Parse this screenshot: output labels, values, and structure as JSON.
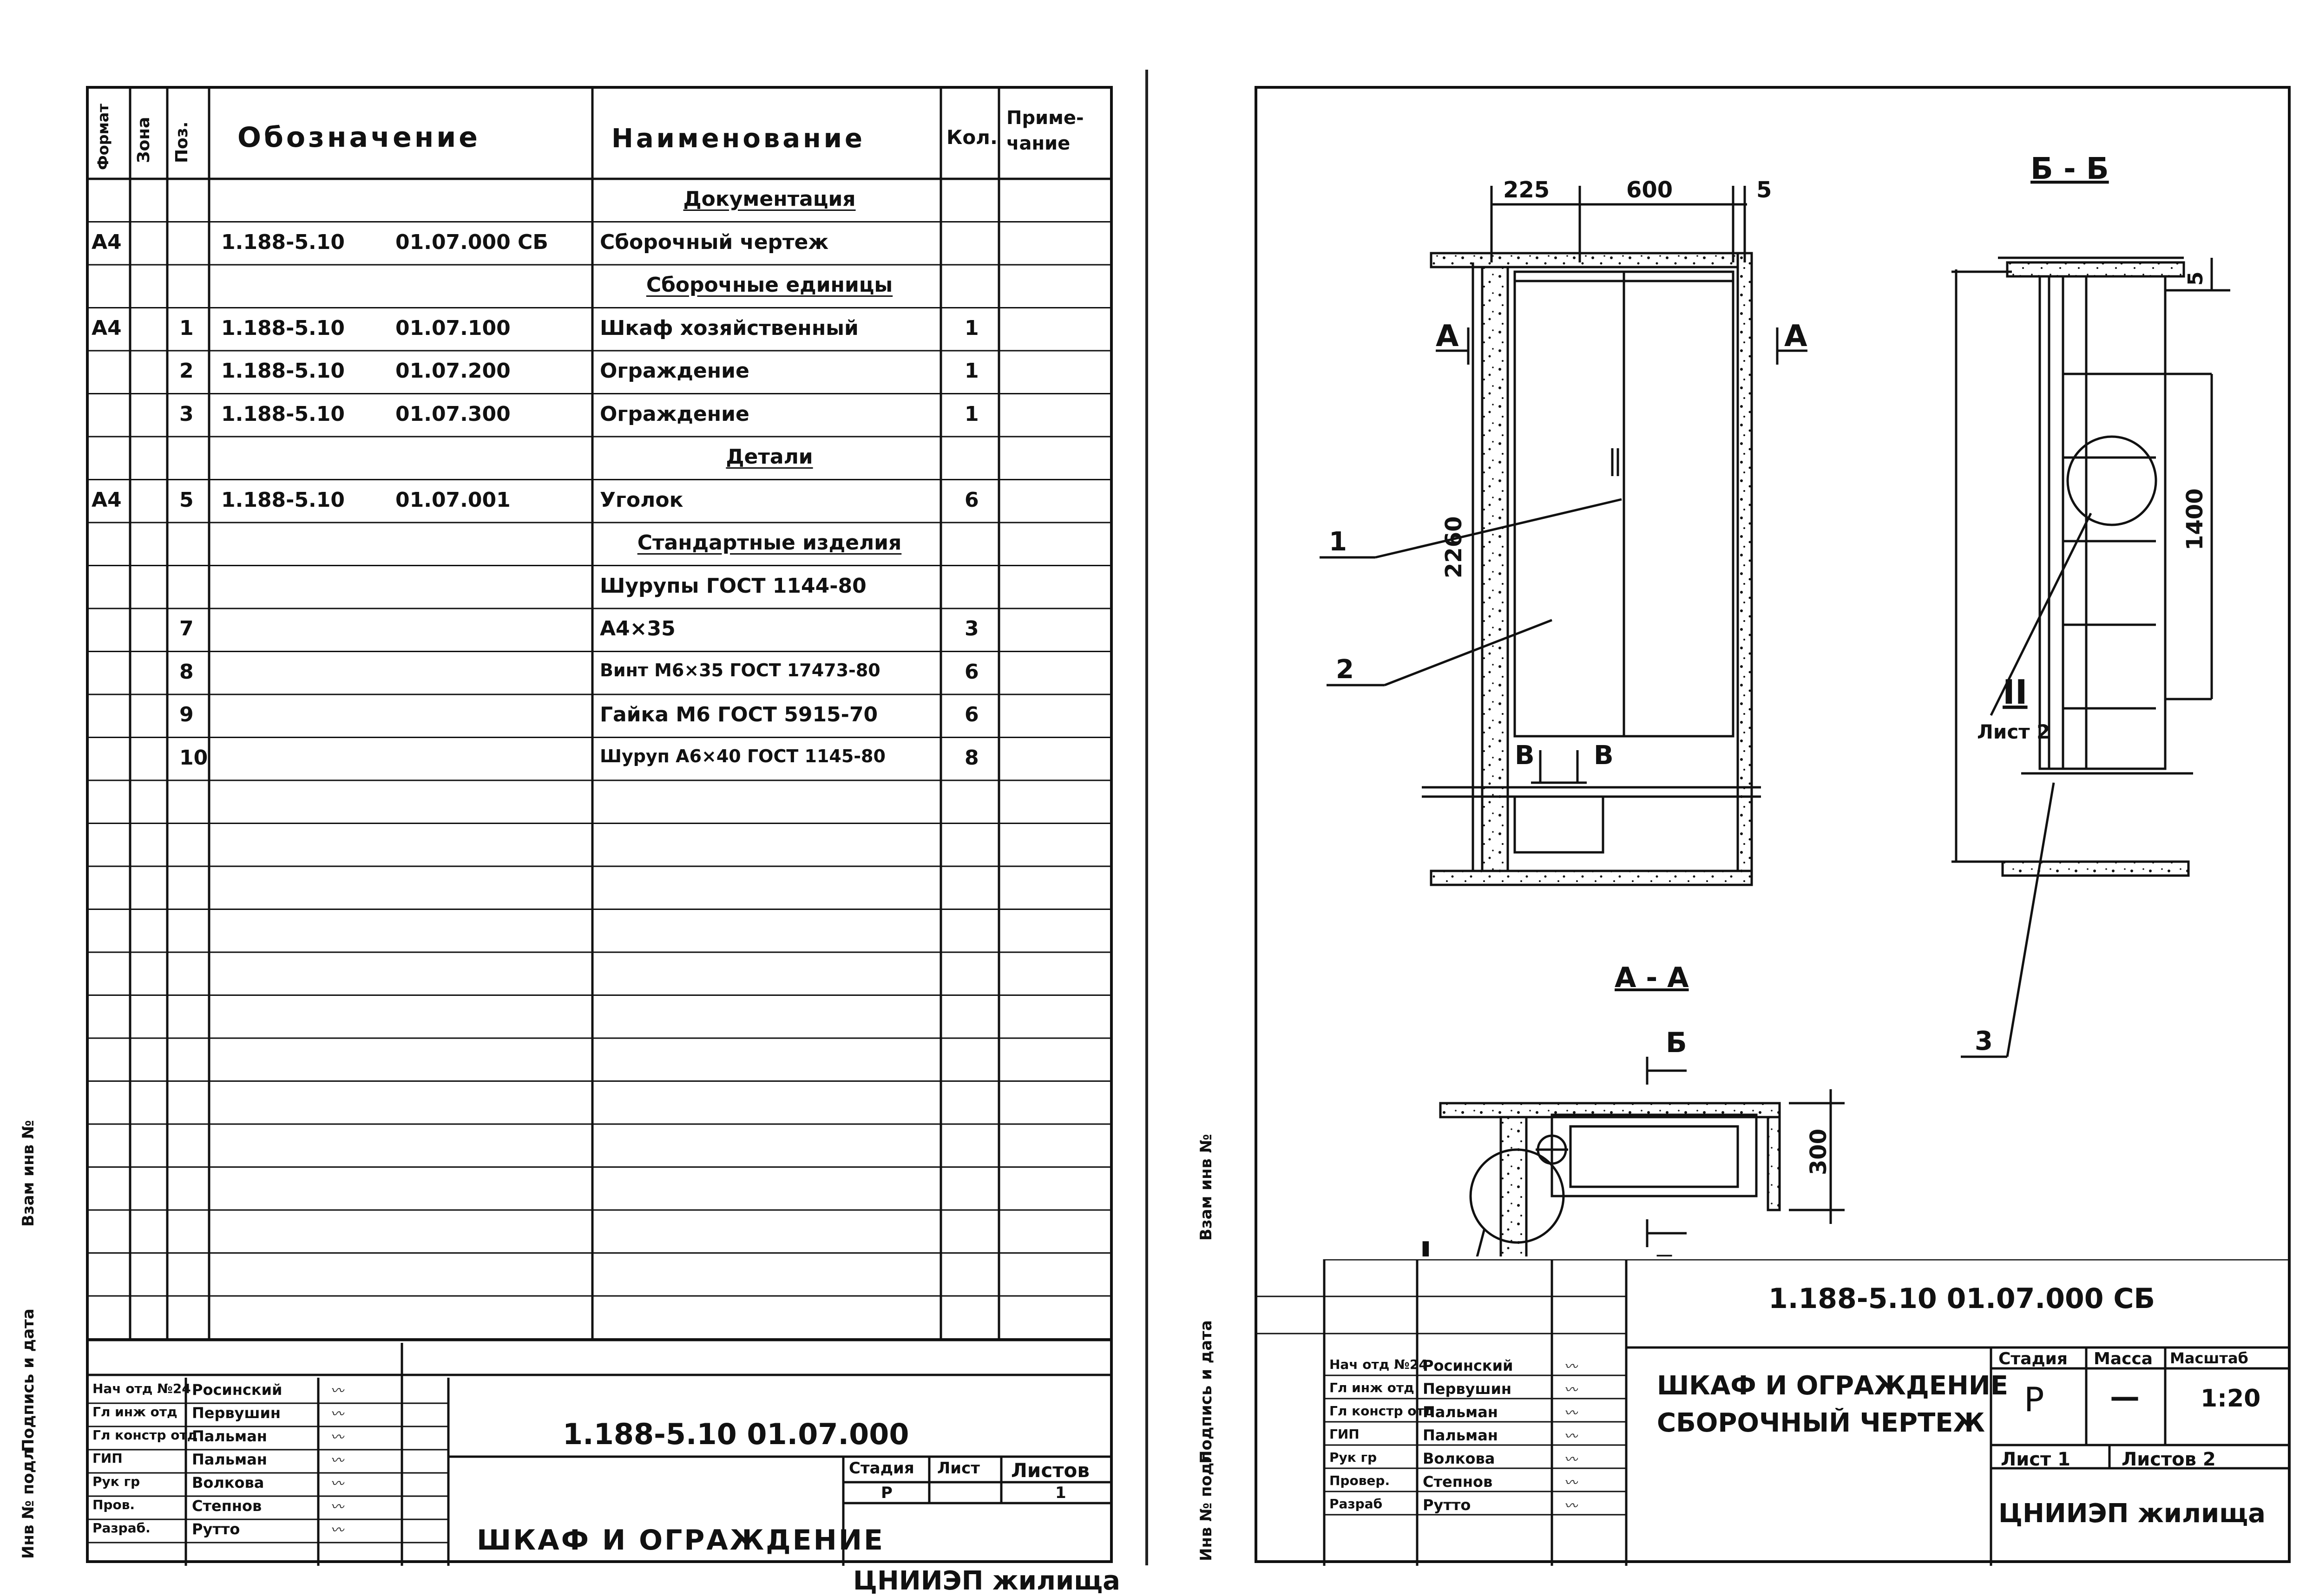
{
  "spec": {
    "headers": {
      "format": "Формат",
      "zone": "Зона",
      "pos": "Поз.",
      "designation": "Обозначение",
      "name": "Наименование",
      "qty": "Кол.",
      "note_line1": "Приме-",
      "note_line2": "чание"
    },
    "rows": [
      {
        "fmt": "",
        "pos": "",
        "code": "",
        "sub": "",
        "name": "Документация",
        "qty": "",
        "section": true
      },
      {
        "fmt": "А4",
        "pos": "",
        "code": "1.188-5.10",
        "sub": "01.07.000 СБ",
        "name": "Сборочный чертеж",
        "qty": "",
        "section": false
      },
      {
        "fmt": "",
        "pos": "",
        "code": "",
        "sub": "",
        "name": "Сборочные единицы",
        "qty": "",
        "section": true
      },
      {
        "fmt": "А4",
        "pos": "1",
        "code": "1.188-5.10",
        "sub": "01.07.100",
        "name": "Шкаф хозяйственный",
        "qty": "1",
        "section": false
      },
      {
        "fmt": "",
        "pos": "2",
        "code": "1.188-5.10",
        "sub": "01.07.200",
        "name": "Ограждение",
        "qty": "1",
        "section": false
      },
      {
        "fmt": "",
        "pos": "3",
        "code": "1.188-5.10",
        "sub": "01.07.300",
        "name": "Ограждение",
        "qty": "1",
        "section": false
      },
      {
        "fmt": "",
        "pos": "",
        "code": "",
        "sub": "",
        "name": "Детали",
        "qty": "",
        "section": true
      },
      {
        "fmt": "А4",
        "pos": "5",
        "code": "1.188-5.10",
        "sub": "01.07.001",
        "name": "Уголок",
        "qty": "6",
        "section": false
      },
      {
        "fmt": "",
        "pos": "",
        "code": "",
        "sub": "",
        "name": "Стандартные изделия",
        "qty": "",
        "section": true
      },
      {
        "fmt": "",
        "pos": "",
        "code": "",
        "sub": "",
        "name": "Шурупы  ГОСТ 1144-80",
        "qty": "",
        "section": false
      },
      {
        "fmt": "",
        "pos": "7",
        "code": "",
        "sub": "",
        "name": "А4×35",
        "qty": "3",
        "section": false
      },
      {
        "fmt": "",
        "pos": "8",
        "code": "",
        "sub": "",
        "name": "Винт М6×35 ГОСТ 17473-80",
        "qty": "6",
        "section": false
      },
      {
        "fmt": "",
        "pos": "9",
        "code": "",
        "sub": "",
        "name": "Гайка М6 ГОСТ 5915-70",
        "qty": "6",
        "section": false
      },
      {
        "fmt": "",
        "pos": "10",
        "code": "",
        "sub": "",
        "name": "Шуруп  А6×40 ГОСТ 1145-80",
        "qty": "8",
        "section": false
      }
    ]
  },
  "left_stamp": {
    "code": "1.188-5.10   01.07.000",
    "title": "ШКАФ И ОГРАЖДЕНИЕ",
    "stage_label": "Стадия",
    "sheet_label": "Лист",
    "sheets_label": "Листов",
    "stage": "Р",
    "sheet": "",
    "sheets": "1",
    "org": "ЦНИИЭП жилища",
    "people": [
      {
        "role": "Нач отд №24",
        "name": "Росинский"
      },
      {
        "role": "Гл инж отд",
        "name": "Первушин"
      },
      {
        "role": "Гл констр отд",
        "name": "Пальман"
      },
      {
        "role": "ГИП",
        "name": "Пальман"
      },
      {
        "role": "Рук гр",
        "name": "Волкова"
      },
      {
        "role": "Пров.",
        "name": "Степнов"
      },
      {
        "role": "Разраб.",
        "name": "Рутто"
      }
    ],
    "side_labels": [
      "Инв № подл",
      "Подпись и дата",
      "Взам инв №"
    ]
  },
  "right_stamp": {
    "code": "1.188-5.10   01.07.000 СБ",
    "title_line1": "ШКАФ И ОГРАЖДЕНИЕ",
    "title_line2": "СБОРОЧНЫЙ ЧЕРТЕЖ",
    "stage_label": "Стадия",
    "mass_label": "Масса",
    "scale_label": "Масштаб",
    "stage": "Р",
    "mass": "—",
    "scale": "1:20",
    "sheet": "Лист 1",
    "sheets": "Листов 2",
    "org": "ЦНИИЭП жилища",
    "people": [
      {
        "role": "Нач отд №24",
        "name": "Росинский"
      },
      {
        "role": "Гл инж отд",
        "name": "Первушин"
      },
      {
        "role": "Гл констр отд",
        "name": "Пальман"
      },
      {
        "role": "ГИП",
        "name": "Пальман"
      },
      {
        "role": "Рук гр",
        "name": "Волкова"
      },
      {
        "role": "Провер.",
        "name": "Степнов"
      },
      {
        "role": "Разраб",
        "name": "Рутто"
      }
    ],
    "side_labels": [
      "Инв № подл",
      "Подпись и дата",
      "Взам инв №"
    ]
  },
  "drawing": {
    "dim_225": "225",
    "dim_600": "600",
    "dim_5": "5",
    "dim_2260": "2260",
    "dim_1400": "1400",
    "dim_5b": "5",
    "dim_300": "300",
    "section_bb": "Б - Б",
    "section_aa": "А - А",
    "cut_a": "А",
    "cut_b": "Б",
    "cut_v": "В",
    "callout_1": "1",
    "callout_2": "2",
    "callout_3": "3",
    "node_II": "II",
    "node_I": "I",
    "sheet_ref": "Лист 2"
  }
}
